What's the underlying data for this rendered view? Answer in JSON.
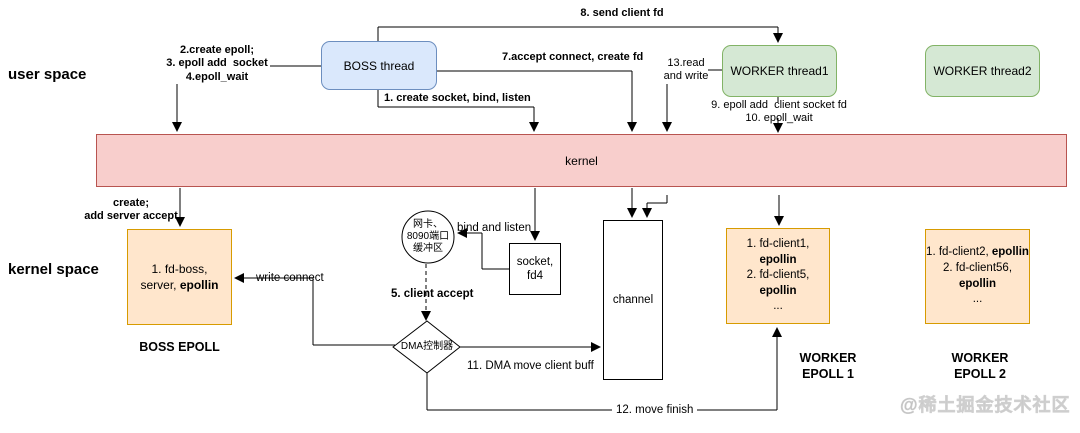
{
  "labels": {
    "user_space": "user space",
    "kernel_space": "kernel space",
    "kernel": "kernel",
    "steps_234": "2.create epoll;\n3. epoll add  socket\n4.epoll_wait",
    "step_8": "8. send client fd",
    "step_7": "7.accept connect, create fd",
    "step_1": "1. create socket, bind, listen",
    "step_13": "13.read\nand write",
    "steps_910": "9. epoll add  client socket fd\n10. epoll_wait",
    "create_accept": "create;\nadd server accept",
    "write_connect": "write connect",
    "bind_listen": "bind and listen",
    "step_5": "5. client accept",
    "step_11": "11. DMA move client buff",
    "step_12": "12. move finish",
    "watermark": "@稀土掘金技术社区"
  },
  "nodes": {
    "boss_thread": "BOSS thread",
    "worker_thread1": "WORKER thread1",
    "worker_thread2": "WORKER thread2",
    "nic_buffer": "网卡、\n8090端口\n缓冲区",
    "socket_fd4": "socket,\nfd4",
    "channel": "channel",
    "dma_controller": "DMA控制器",
    "boss_epoll": {
      "line1": "1. fd-boss,",
      "line2_normal": "server, ",
      "line2_bold": "epollin",
      "caption": "BOSS EPOLL"
    },
    "worker_epoll1": {
      "row1_normal": "1. fd-client1, ",
      "row1_bold": "epollin",
      "row2_normal": "2. fd-client5, ",
      "row2_bold": "epollin",
      "row3": "...",
      "caption": "WORKER\nEPOLL 1"
    },
    "worker_epoll2": {
      "row1_normal": "1. fd-client2, ",
      "row1_bold": "epollin",
      "row2_normal": "2. fd-client56, ",
      "row2_bold": "epollin",
      "row3": "...",
      "caption": "WORKER\nEPOLL 2"
    }
  },
  "colors": {
    "thread_blue_fill": "#dae8fc",
    "thread_blue_border": "#6c8ebf",
    "thread_green_fill": "#d5e8d4",
    "thread_green_border": "#82b366",
    "kernel_fill": "#f8cecc",
    "kernel_border": "#b85450",
    "epoll_fill": "#ffe6cc",
    "epoll_border": "#d79b00"
  }
}
